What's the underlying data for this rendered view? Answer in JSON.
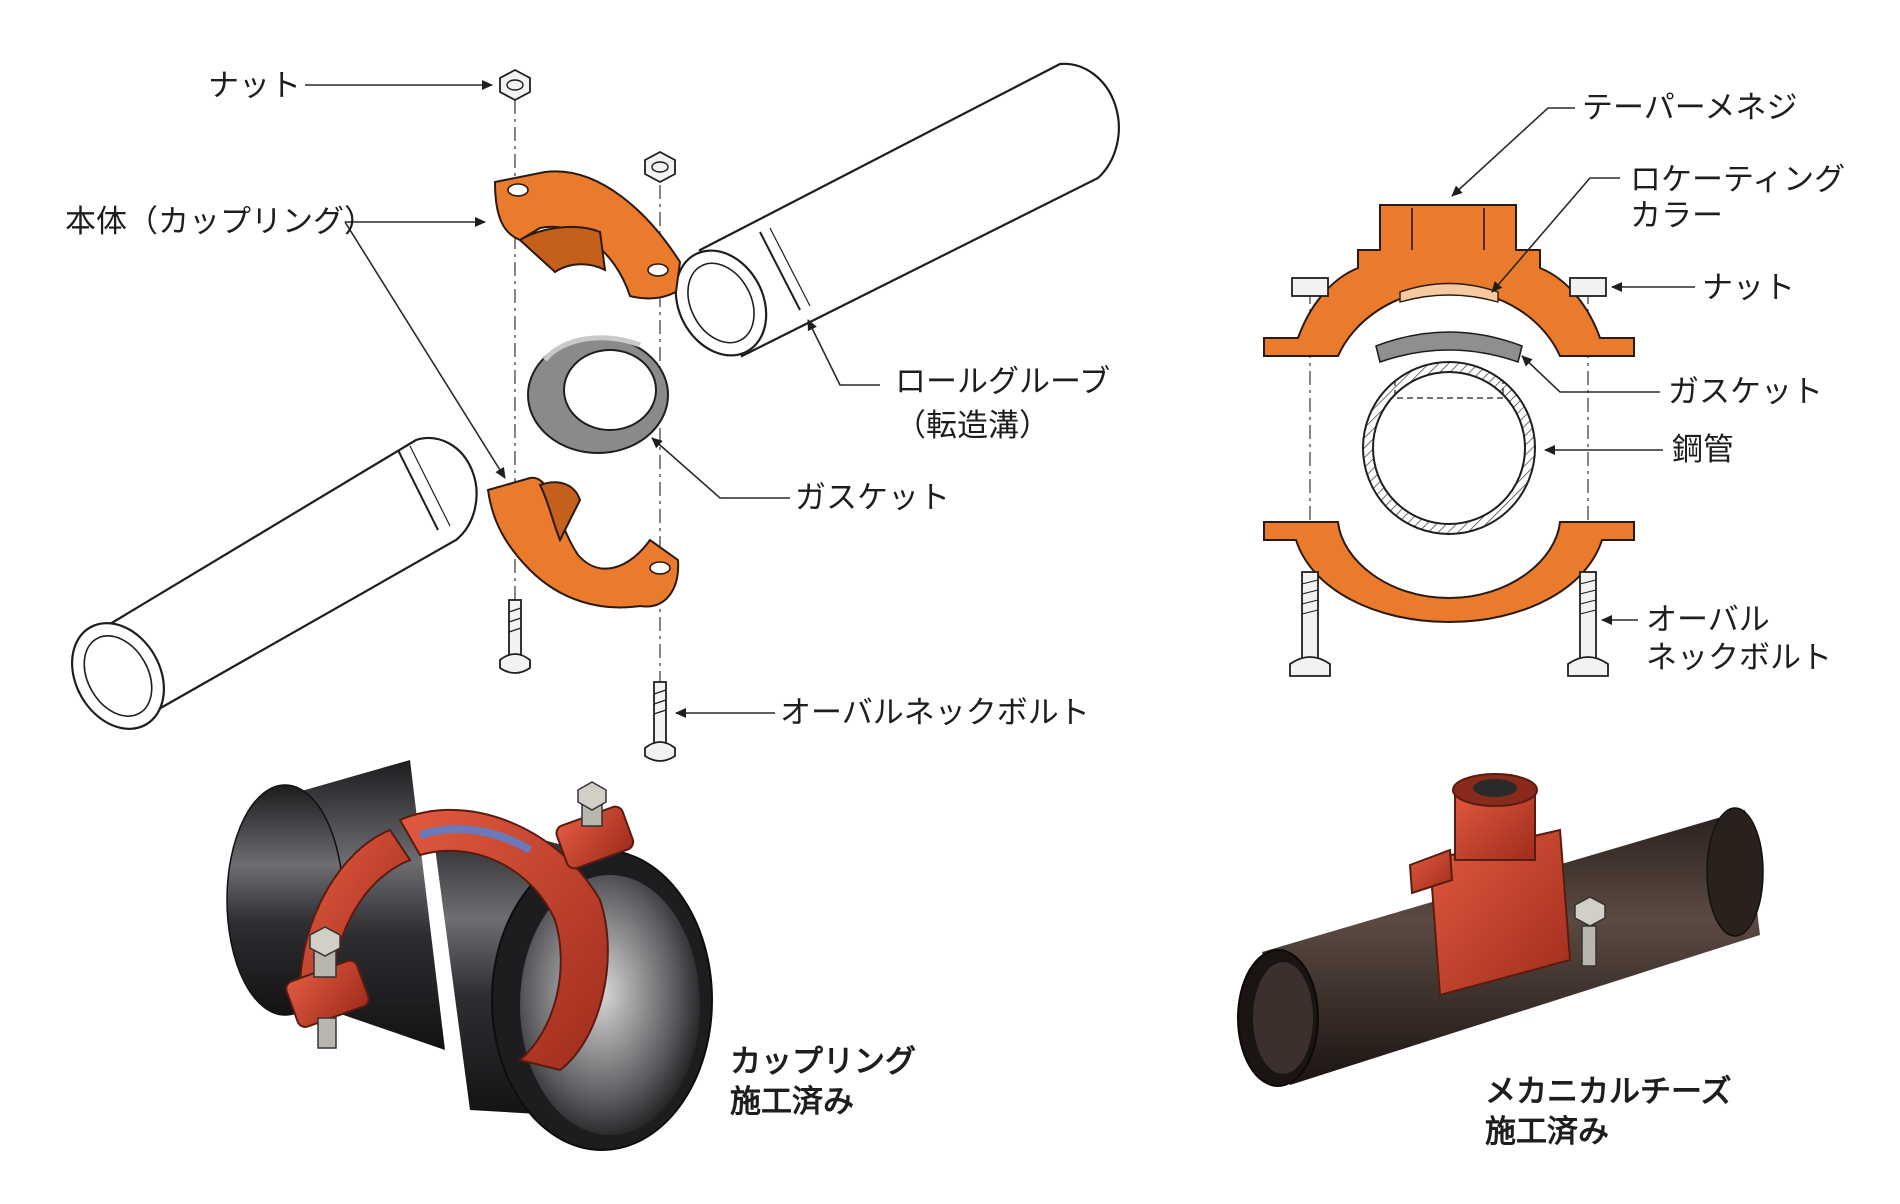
{
  "exploded_view": {
    "nut": "ナット",
    "housing": "本体（カップリング）",
    "roll_groove_line1": "ロールグルーブ",
    "roll_groove_line2": "（転造溝）",
    "gasket": "ガスケット",
    "oval_neck_bolt": "オーバルネックボルト"
  },
  "section_view": {
    "tapered_thread": "テーパーメネジ",
    "locating_collar_line1": "ロケーティング",
    "locating_collar_line2": "カラー",
    "nut": "ナット",
    "gasket": "ガスケット",
    "steel_pipe": "鋼管",
    "oval_neck_bolt_line1": "オーバル",
    "oval_neck_bolt_line2": "ネックボルト"
  },
  "photos": {
    "coupling_line1": "カップリング",
    "coupling_line2": "施工済み",
    "tee_line1": "メカニカルチーズ",
    "tee_line2": "施工済み"
  },
  "colors": {
    "casting_orange": "#ea7a2c",
    "photo_red": "#c8402e",
    "steel_dark": "#2b2b2e",
    "gasket_gray": "#8a8a8a"
  }
}
